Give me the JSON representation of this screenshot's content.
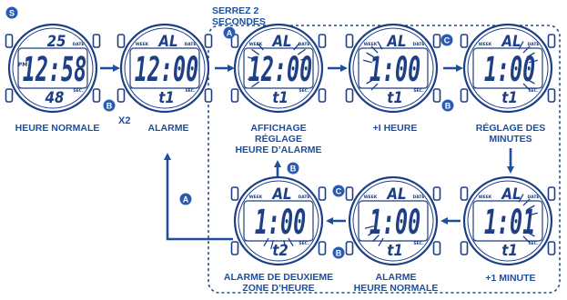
{
  "header": {
    "line1": "SERREZ 2",
    "line2": "SECONDES"
  },
  "colors": {
    "blue": "#1c4fa0",
    "lcd": "#1e3f86",
    "button": "#2a5bb0",
    "white": "#ffffff"
  },
  "watches": [
    {
      "id": "normal",
      "top": "25",
      "week": "",
      "date": "DATE",
      "main": "12:58",
      "pm": "PM",
      "bottom": "48",
      "sec": "SEC.",
      "s_badge": "S"
    },
    {
      "id": "alarm",
      "top": "AL",
      "week": "WEEK",
      "date": "DATE",
      "main": "12:00",
      "bottom": "t1",
      "sec": "SEC."
    },
    {
      "id": "alarm-display",
      "top": "AL",
      "week": "WEEK",
      "date": "DATE",
      "main": "12:00",
      "bottom": "t1",
      "sec": "SEC."
    },
    {
      "id": "plus-hour",
      "top": "AL",
      "week": "WEEK",
      "date": "DATE",
      "main": "1:00",
      "bottom": "t1",
      "sec": "SEC."
    },
    {
      "id": "set-minutes",
      "top": "AL",
      "week": "WEEK",
      "date": "DATE",
      "main": "1:00",
      "bottom": "t1",
      "sec": "SEC."
    },
    {
      "id": "plus-minute",
      "top": "AL",
      "week": "WEEK",
      "date": "DATE",
      "main": "1:01",
      "bottom": "t1",
      "sec": "SEC."
    },
    {
      "id": "alarm-normal",
      "top": "AL",
      "week": "WEEK",
      "date": "DATE",
      "main": "1:00",
      "bottom": "t1",
      "sec": "SEC."
    },
    {
      "id": "alarm-zone2",
      "top": "AL",
      "week": "WEEK",
      "date": "DATE",
      "main": "1:00",
      "bottom": "t2",
      "sec": "SEC."
    }
  ],
  "buttons": {
    "a": "A",
    "b": "B",
    "c": "C"
  },
  "multiplier": "X2",
  "labels": {
    "normal": "HEURE NORMALE",
    "alarm": "ALARME",
    "display_1": "AFFICHAGE",
    "display_2": "RÉGLAGE",
    "display_3": "HEURE D’ALARME",
    "plus_hour": "+I HEURE",
    "set_min_1": "RÉGLAGE DES",
    "set_min_2": "MINUTES",
    "plus_minute": "+1 MINUTE",
    "alarm_normal_1": "ALARME",
    "alarm_normal_2": "HEURE NORMALE",
    "zone2_1": "ALARME DE DEUXIEME",
    "zone2_2": "ZONE D’HEURE"
  }
}
